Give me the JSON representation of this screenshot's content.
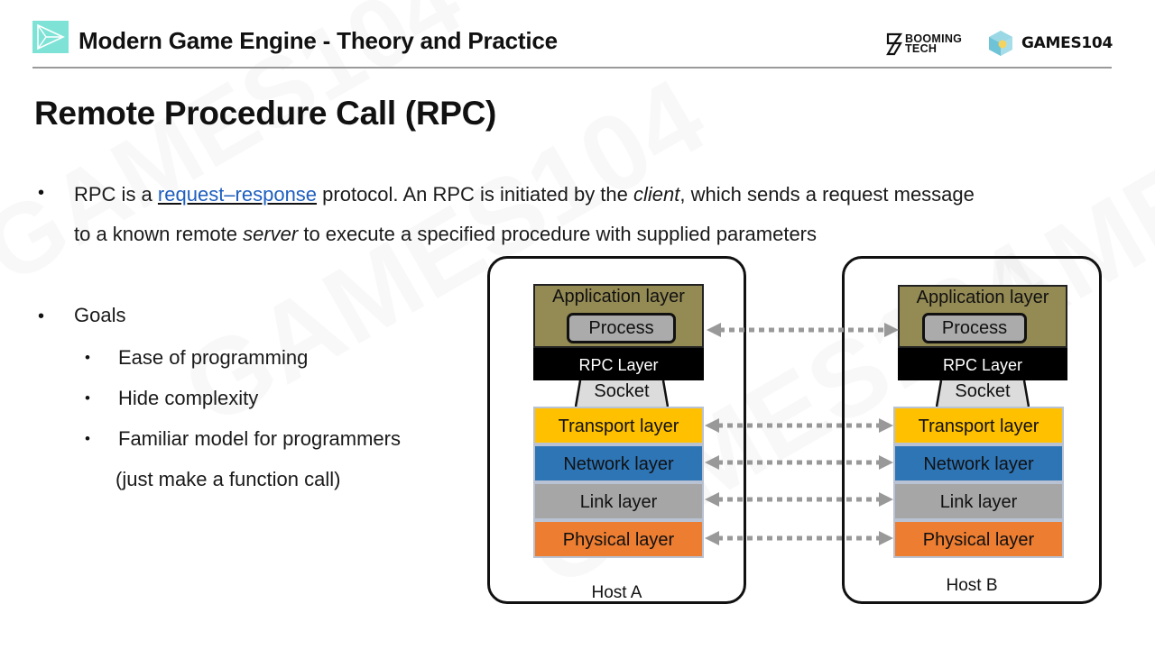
{
  "header": {
    "course_title": "Modern Game Engine - Theory and Practice",
    "brand_booming": [
      "BOOMING",
      "TECH"
    ],
    "brand_games": "GAMES104"
  },
  "slide": {
    "title": "Remote Procedure Call (RPC)",
    "intro": {
      "part1": "RPC is a ",
      "link": "request–response",
      "part2": " protocol. An RPC is initiated by the ",
      "client": "client",
      "part3": ", which sends a request message",
      "line2a": "to a known remote ",
      "server": "server",
      "line2b": " to execute a specified procedure with supplied parameters"
    },
    "goals": {
      "heading": "Goals",
      "items": [
        "Ease of programming",
        "Hide complexity",
        "Familiar model for programmers",
        "(just make a function call)"
      ]
    }
  },
  "diagram": {
    "hosts": [
      {
        "label": "Host A",
        "application": "Application layer",
        "process": "Process",
        "rpc": "RPC Layer",
        "socket": "Socket",
        "layers": [
          "Transport layer",
          "Network layer",
          "Link layer",
          "Physical layer"
        ]
      },
      {
        "label": "Host B",
        "application": "Application layer",
        "process": "Process",
        "rpc": "RPC Layer",
        "socket": "Socket",
        "layers": [
          "Transport layer",
          "Network layer",
          "Link layer",
          "Physical layer"
        ]
      }
    ],
    "layer_colors": [
      "#ffc000",
      "#2e75b6",
      "#a6a6a6",
      "#ed7d31"
    ],
    "app_color": "#948a54",
    "arrow_color": "#999999"
  },
  "bullet_symbol": "•"
}
